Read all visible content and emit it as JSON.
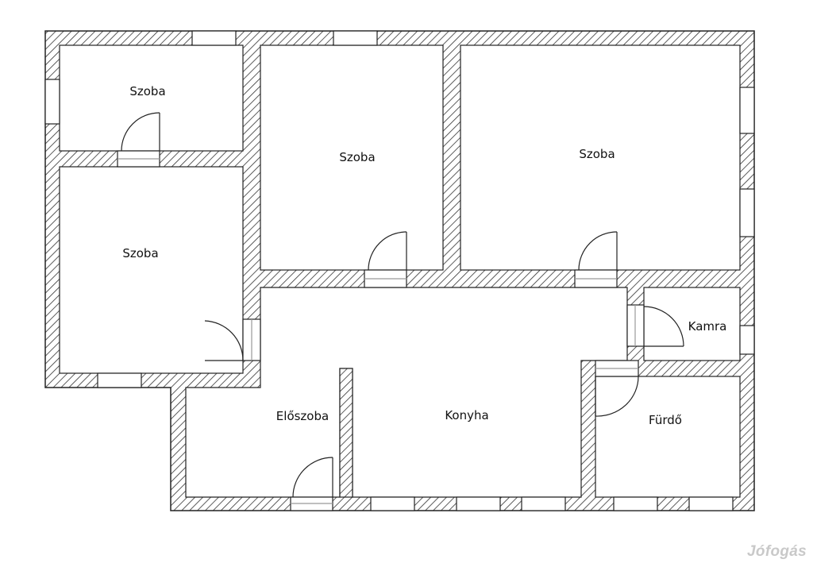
{
  "rooms": {
    "szoba_top_left": "Szoba",
    "szoba_left": "Szoba",
    "szoba_middle": "Szoba",
    "szoba_right": "Szoba",
    "kamra": "Kamra",
    "furdo": "Fürdő",
    "eloszoba": "Előszoba",
    "konyha": "Konyha"
  },
  "watermark": "Jófogás",
  "colors": {
    "wall_line": "#222222",
    "hatch": "#333333",
    "background": "#ffffff"
  }
}
